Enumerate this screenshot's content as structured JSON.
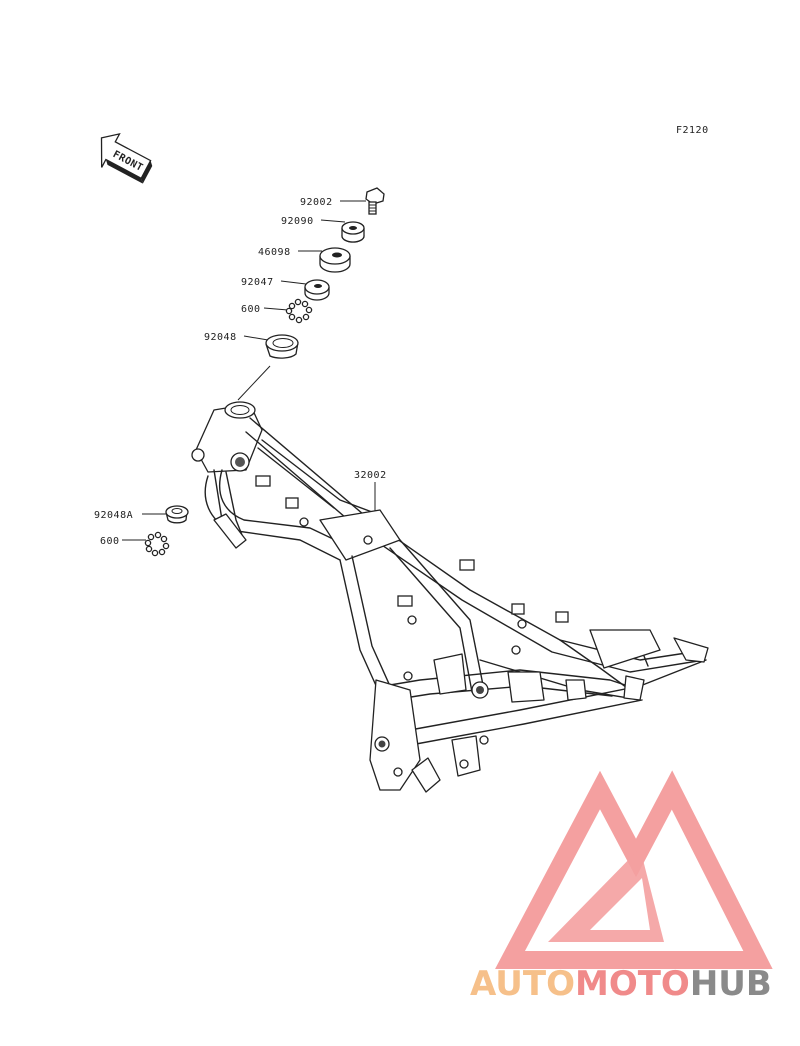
{
  "figure_code": "F2120",
  "direction_label": "FRONT",
  "parts": [
    {
      "id": "p1",
      "label": "92002"
    },
    {
      "id": "p2",
      "label": "92090"
    },
    {
      "id": "p3",
      "label": "46098"
    },
    {
      "id": "p4",
      "label": "92047"
    },
    {
      "id": "p5",
      "label": "600"
    },
    {
      "id": "p6",
      "label": "92048"
    },
    {
      "id": "p7",
      "label": "32002"
    },
    {
      "id": "p8",
      "label": "92048A"
    },
    {
      "id": "p9",
      "label": "600"
    }
  ],
  "watermark": {
    "part1": "AUTO",
    "part2": "MOTO",
    "part3": "HUB",
    "colors": {
      "part1": "#f6c08a",
      "part2": "#f08a8a",
      "part3": "#8a8a8a",
      "logo": "#f4a0a0"
    }
  }
}
